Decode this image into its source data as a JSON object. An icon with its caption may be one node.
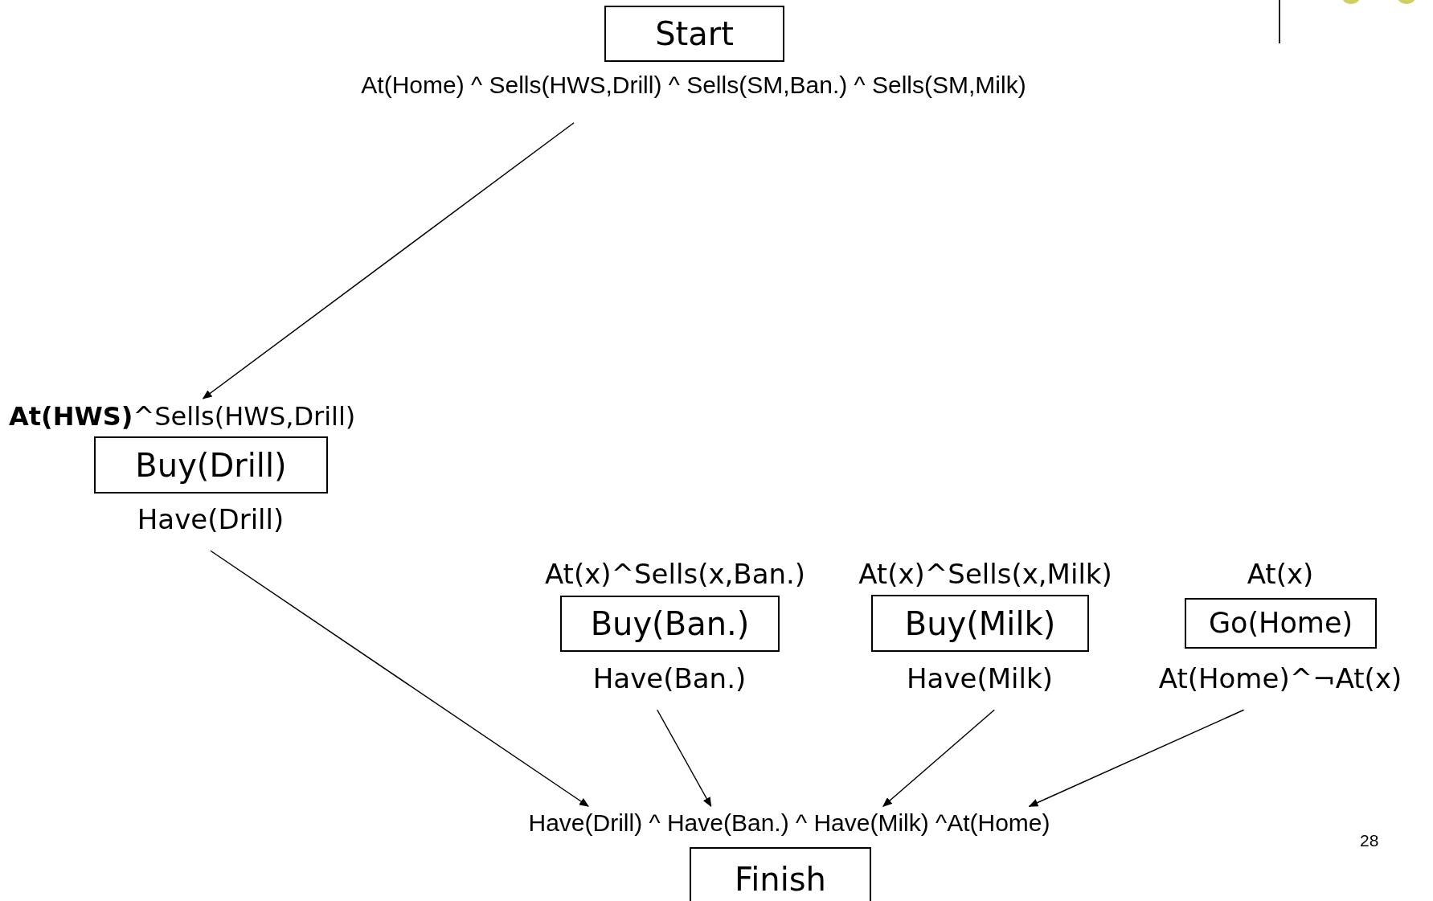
{
  "diagram": {
    "nodes": [
      {
        "text": [
          "Start"
        ]
      },
      {
        "text": [
          "At(Home) ^ Sells(HWS,Drill) ^ Sells(SM,Ban.) ^ Sells(SM,Milk)"
        ]
      },
      {
        "text": [
          "**At(HWS)**^Sells(HWS,Drill)"
        ]
      },
      {
        "text": [
          "Buy(Drill)"
        ]
      },
      {
        "text": [
          "Have(Drill)"
        ]
      },
      {
        "text": [
          "At(x)^Sells(x,Ban.)"
        ]
      },
      {
        "text": [
          "At(x)^Sells(x,Milk)"
        ]
      },
      {
        "text": [
          "At(x)"
        ]
      },
      {
        "text": [
          "Buy(Ban.)"
        ]
      },
      {
        "text": [
          "Buy(Milk)"
        ]
      },
      {
        "text": [
          "Go(Home)"
        ]
      },
      {
        "text": [
          "Have(Ban.)"
        ]
      },
      {
        "text": [
          "Have(Milk)"
        ]
      },
      {
        "text": [
          "At(Home)^¬At(x)"
        ]
      },
      {
        "text": [
          "Have(Drill) ^ Have(Ban.) ^ Have(Milk) ^At(Home)"
        ]
      },
      {
        "text": [
          "Finish"
        ]
      }
    ],
    "edges": [
      {
        "from": 1,
        "to": 2,
        "arrow": "to"
      },
      {
        "from": 4,
        "to": 14,
        "arrow": "to"
      },
      {
        "from": 11,
        "to": 14,
        "arrow": "to"
      },
      {
        "from": 12,
        "to": 14,
        "arrow": "to"
      },
      {
        "from": 13,
        "to": 14,
        "arrow": "to"
      }
    ],
    "labels": [
      "28"
    ]
  }
}
